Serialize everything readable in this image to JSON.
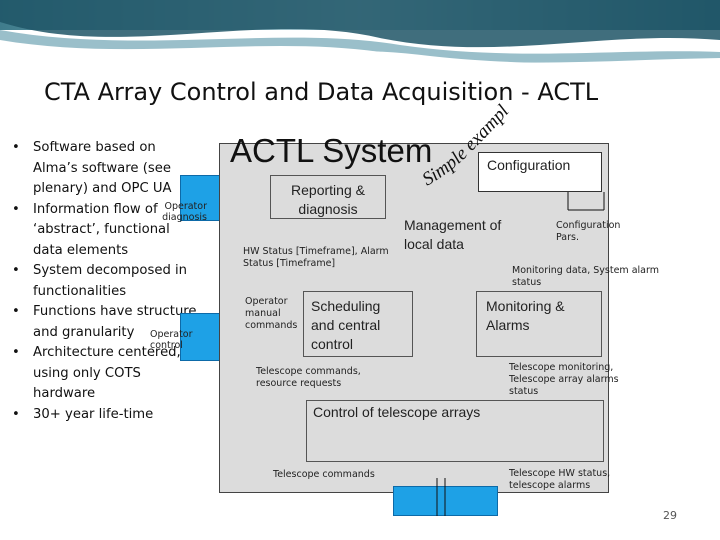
{
  "slide": {
    "title": "CTA Array Control and Data Acquisition - ACTL",
    "page_number": "29"
  },
  "bullets": [
    "Software based on Alma’s software (see plenary) and OPC UA",
    "Information flow of ‘abstract’, functional data elements",
    "System decomposed in functionalities",
    "Functions have structure and granularity",
    "Architecture centered, using only COTS hardware",
    "30+ year life-time"
  ],
  "diagram": {
    "heading": "ACTL System",
    "simple_example": "Simple example",
    "boxes": {
      "reporting": "Reporting & diagnosis",
      "management": "Management of local data",
      "configuration": "Configuration",
      "scheduling": "Scheduling and central control",
      "monitoring": "Monitoring & Alarms",
      "control": "Control of telescope arrays"
    },
    "labels": {
      "operator_diagnosis": "Operator diagnosis",
      "operator_control": "Operator control",
      "hw_status": "HW Status [Timeframe], Alarm Status [Timeframe]",
      "configuration_pars": "Configuration Pars.",
      "monitoring_data": "Monitoring data, System alarm status",
      "operator_manual": "Operator manual commands",
      "telescope_commands_requests": "Telescope commands, resource requests",
      "telescope_monitoring": "Telescope monitoring, Telescope array alarms status",
      "telescope_commands": "Telescope commands",
      "telescope_hw_status": "Telescope HW status, telescope alarms"
    }
  },
  "colors": {
    "interface_blue": "#1ea1e6",
    "system_fill": "#dcdcdc"
  }
}
